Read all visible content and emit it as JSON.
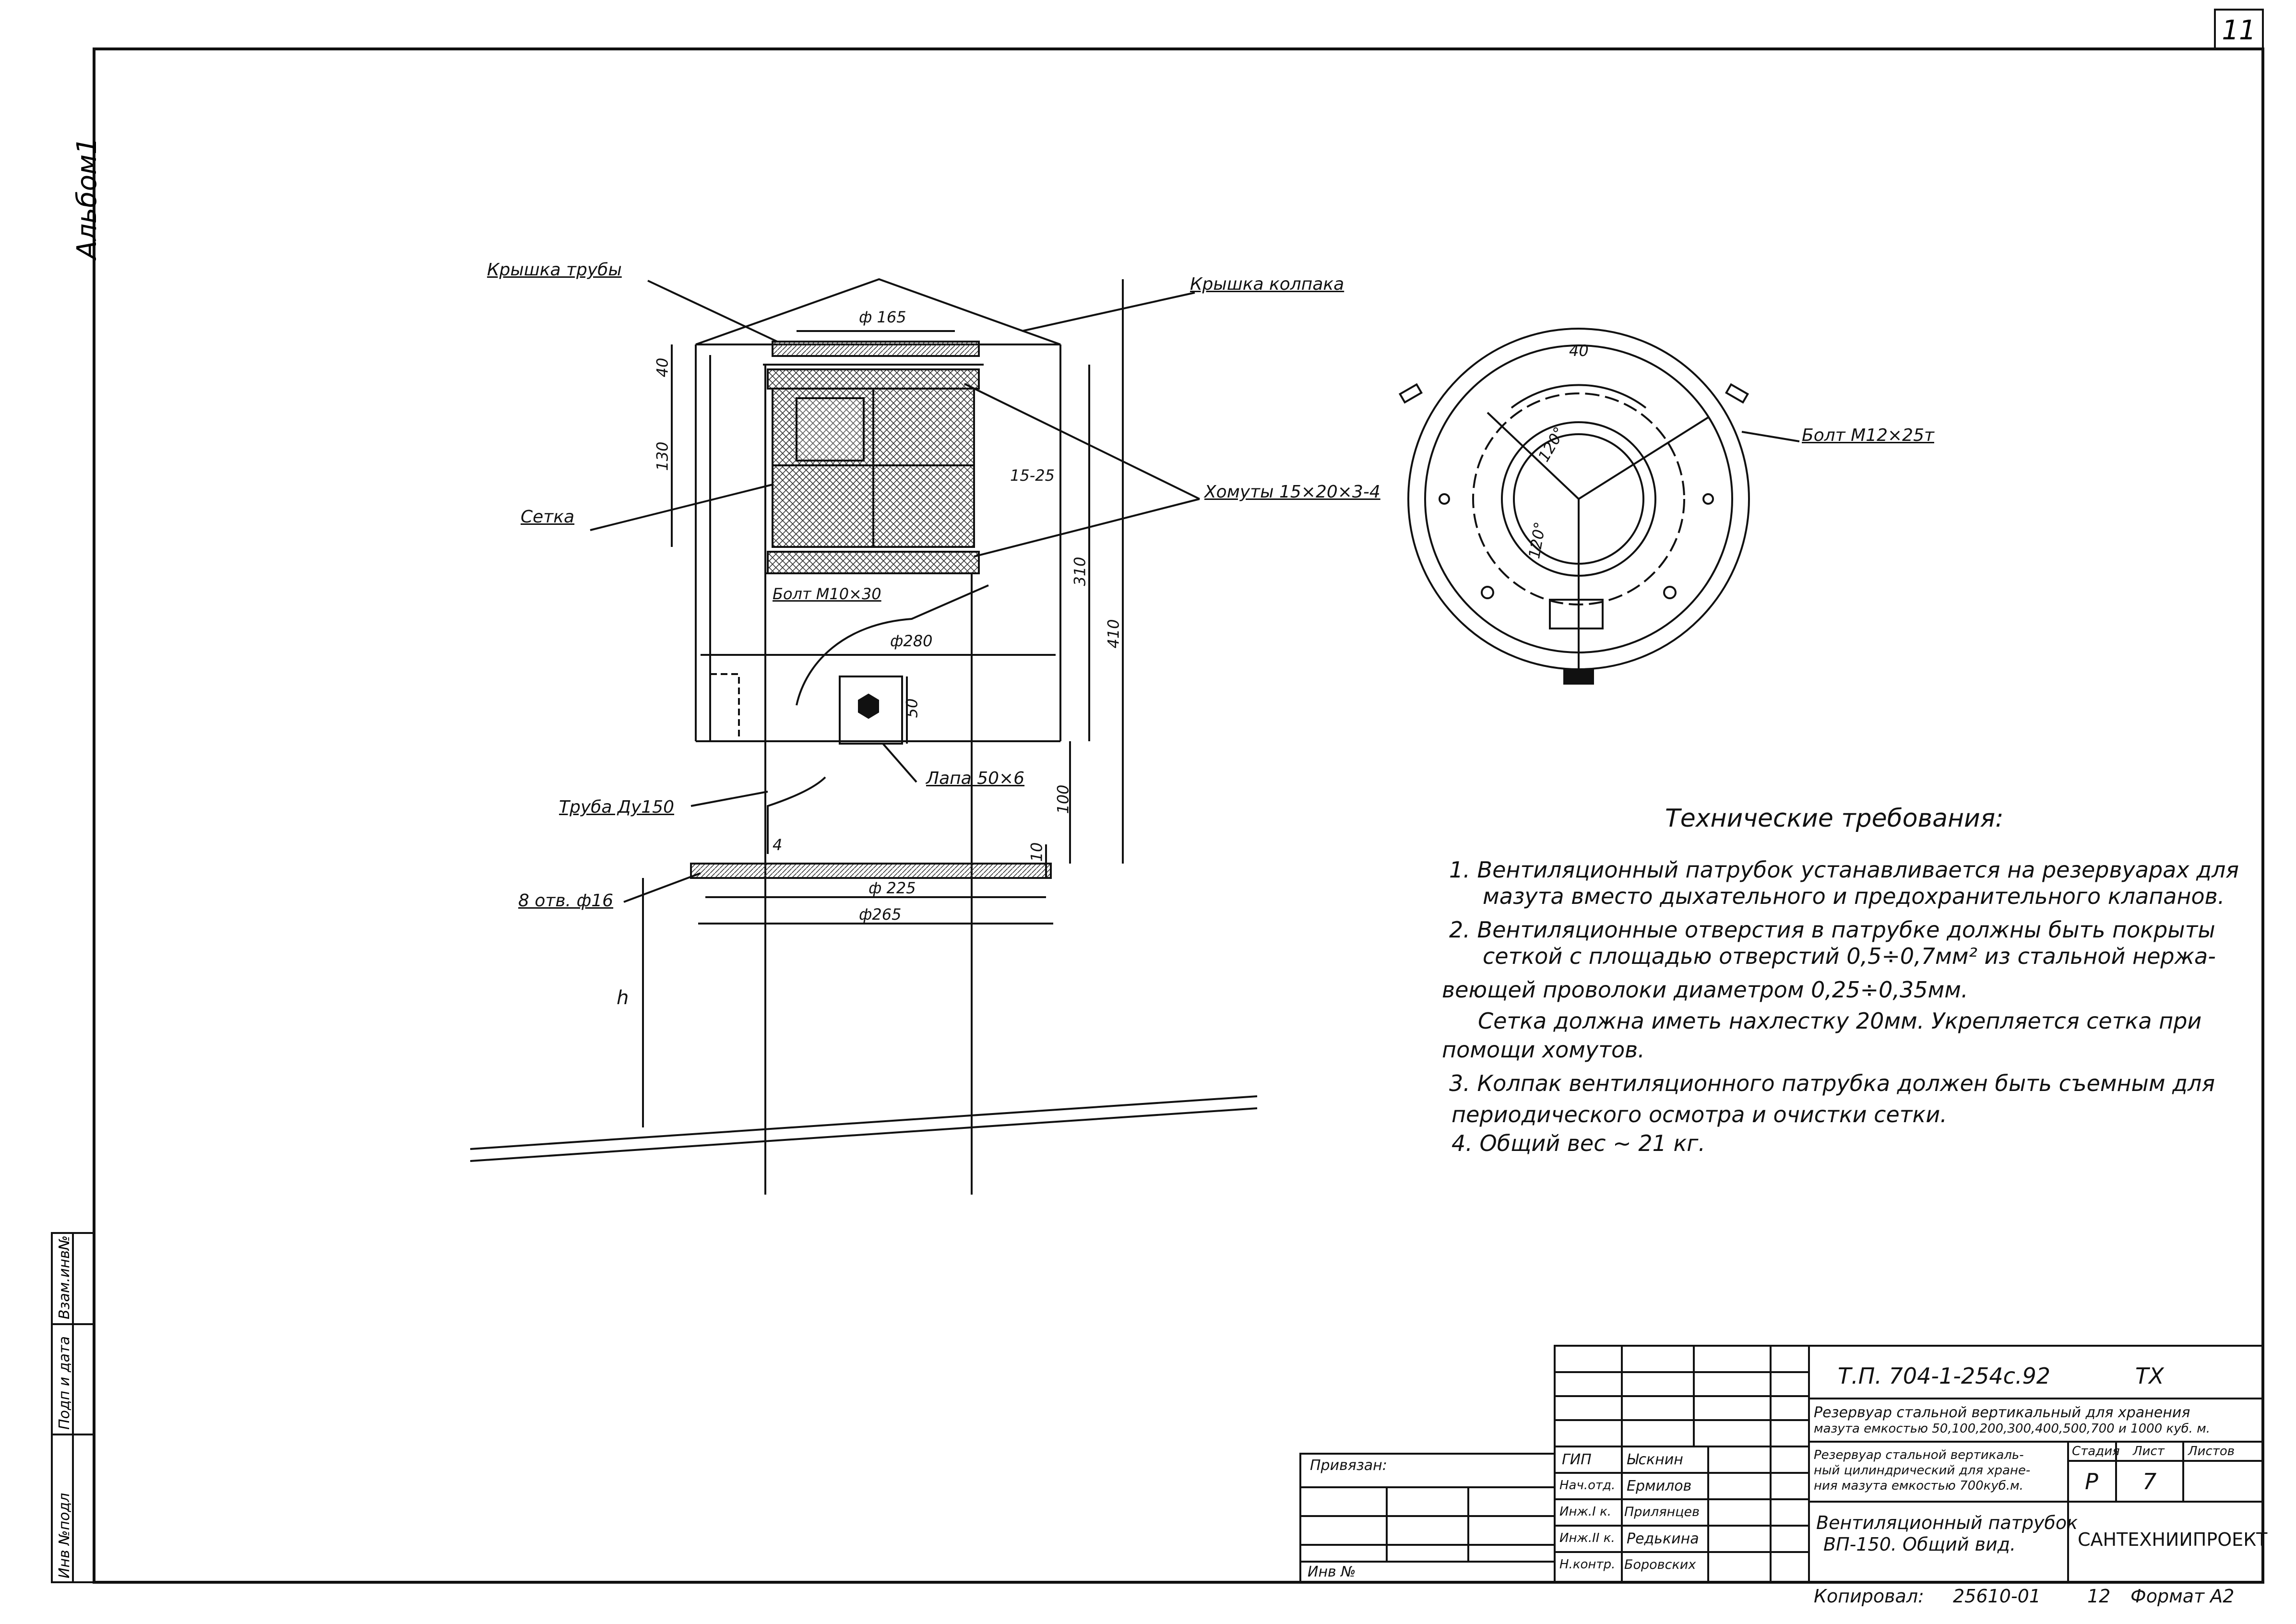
{
  "sheet_number": "11",
  "album_label": "Альбом1",
  "left_stamp": {
    "cells": [
      "Инв №подл",
      "Подп и дата",
      "Взам.инв№"
    ]
  },
  "drawing_labels": {
    "pipe_cover": "Крышка трубы",
    "cap_cover": "Крышка колпака",
    "mesh": "Сетка",
    "clamps": "Хомуты 15×20×3-4",
    "bolt_m10": "Болт М10×30",
    "lug": "Лапа 50×6",
    "pipe": "Труба Ду150",
    "holes": "8 отв. ф16",
    "bolt_m12": "Болт М12×25т"
  },
  "dimensions": {
    "d165": "ф 165",
    "d280": "ф280",
    "d225": "ф 225",
    "d265": "ф265",
    "h40": "40",
    "h130": "130",
    "h310": "310",
    "h410": "410",
    "h100": "100",
    "h10": "10",
    "d50": "50",
    "d15_25": "15-25",
    "d4": "4",
    "h": "h",
    "p40": "40",
    "a120a": "120°",
    "a120b": "120°"
  },
  "requirements": {
    "title": "Технические требования:",
    "lines": [
      "1. Вентиляционный патрубок устанавливается на резервуарах для",
      "мазута вместо дыхательного и предохранительного клапанов.",
      "2. Вентиляционные отверстия в патрубке должны быть покрыты",
      "сеткой с площадью отверстий 0,5÷0,7мм² из стальной нержа-",
      "веющей проволоки диаметром 0,25÷0,35мм.",
      "Сетка должна иметь нахлестку 20мм. Укрепляется сетка при",
      "помощи хомутов.",
      "3. Колпак вентиляционного патрубка должен быть съемным для",
      "периодического осмотра и очистки сетки.",
      "4. Общий вес ~ 21 кг."
    ]
  },
  "title_block": {
    "code": "Т.П. 704-1-254с.92",
    "section": "ТХ",
    "project": "Резервуар стальной вертикальный для хранения мазута емкостью 50,100,200,300,400,500,700 и 1000 куб. м.",
    "project_l1": "Резервуар стальной вертикальный для хранения",
    "project_l2": "мазута емкостью 50,100,200,300,400,500,700 и 1000 куб. м.",
    "object_l1": "Резервуар стальной вертикаль-",
    "object_l2": "ный цилиндрический для хране-",
    "object_l3": "ния мазута емкостью 700куб.м.",
    "stage_hdr": "Стадия",
    "sheet_hdr": "Лист",
    "sheets_hdr": "Листов",
    "stage": "Р",
    "sheet": "7",
    "sheet_title_l1": "Вентиляционный патрубок",
    "sheet_title_l2": "ВП-150. Общий вид.",
    "org": "САНТЕХНИИПРОЕКТ",
    "bound": "Привязан:",
    "inv": "Инв №",
    "roles": [
      "ГИП",
      "Нач.отд.",
      "Инж.I к.",
      "Инж.II к.",
      "Н.контр."
    ],
    "names": [
      "Ыскнин",
      "Ермилов",
      "Прилянцев",
      "Редькина",
      "Боровских"
    ],
    "copied": "Копировал:",
    "copy_no": "25610-01",
    "copy_sheet": "12",
    "format": "Формат А2"
  }
}
